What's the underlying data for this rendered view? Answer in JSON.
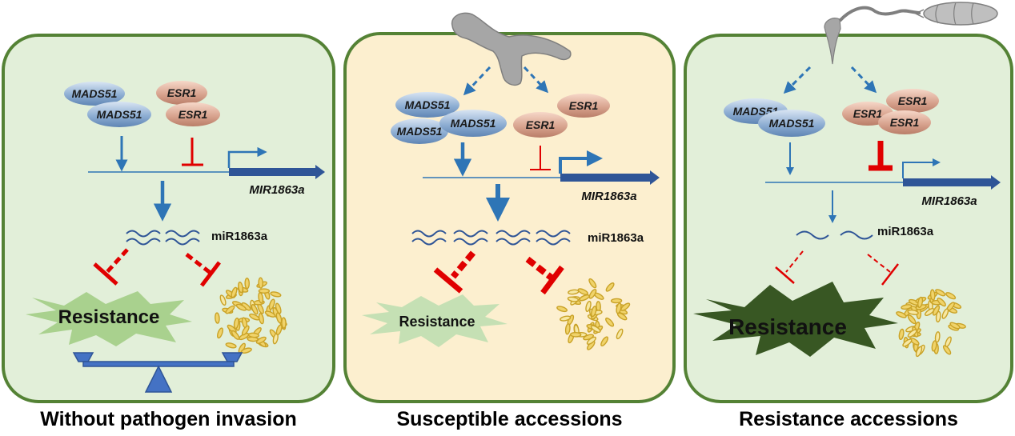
{
  "panels": [
    {
      "caption": "Without pathogen invasion",
      "tf_a": "MADS51",
      "tf_b": "ESR1",
      "gene": "MIR1863a",
      "mirna": "miR1863a",
      "resistance": "Resistance",
      "background": "#e2efd9"
    },
    {
      "caption": "Susceptible accessions",
      "tf_a": "MADS51",
      "tf_b": "ESR1",
      "gene": "MIR1863a",
      "mirna": "miR1863a",
      "resistance": "Resistance",
      "background": "#fcefcf"
    },
    {
      "caption": "Resistance accessions",
      "tf_a": "MADS51",
      "tf_b": "ESR1",
      "gene": "MIR1863a",
      "mirna": "miR1863a",
      "resistance": "Resistance",
      "background": "#e2efd9"
    }
  ],
  "colors": {
    "panel_border": "#548235",
    "activation_arrow": "#2e75b6",
    "repression": "#e00000",
    "gene_arrow": "#2f5597",
    "grain": "#c9a227",
    "burst_light": "#a9d18e",
    "burst_dark": "#385723",
    "pathogen": "#a6a6a6"
  }
}
